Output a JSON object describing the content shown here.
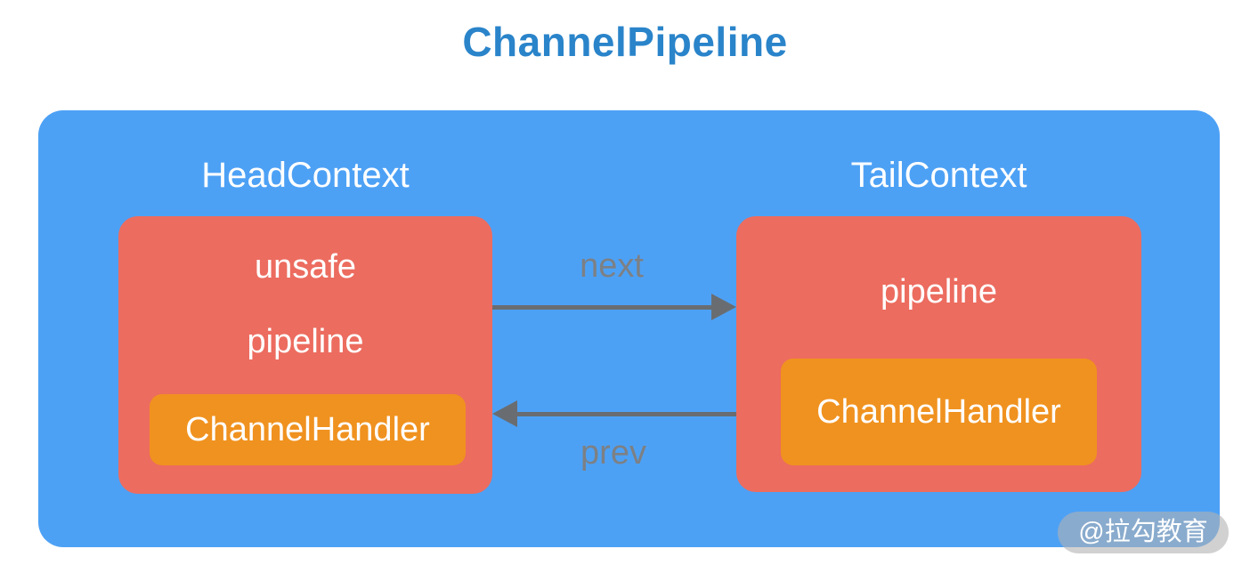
{
  "title": "ChannelPipeline",
  "colors": {
    "title-blue": "#2a84ca",
    "container-blue": "#4da1f5",
    "context-red": "#ec6c5f",
    "handler-orange": "#f0921f",
    "arrow-gray": "#696d71",
    "arrow-label-gray": "#7d8084",
    "box-text-white": "#ffffff"
  },
  "pipeline": {
    "head": {
      "label": "HeadContext",
      "fields": [
        "unsafe",
        "pipeline"
      ],
      "handler": "ChannelHandler"
    },
    "tail": {
      "label": "TailContext",
      "fields": [
        "pipeline"
      ],
      "handler": "ChannelHandler"
    },
    "arrow_next": {
      "label": "next",
      "direction": "left-to-right"
    },
    "arrow_prev": {
      "label": "prev",
      "direction": "right-to-left"
    }
  },
  "watermark": {
    "text": "@拉勾教育"
  }
}
